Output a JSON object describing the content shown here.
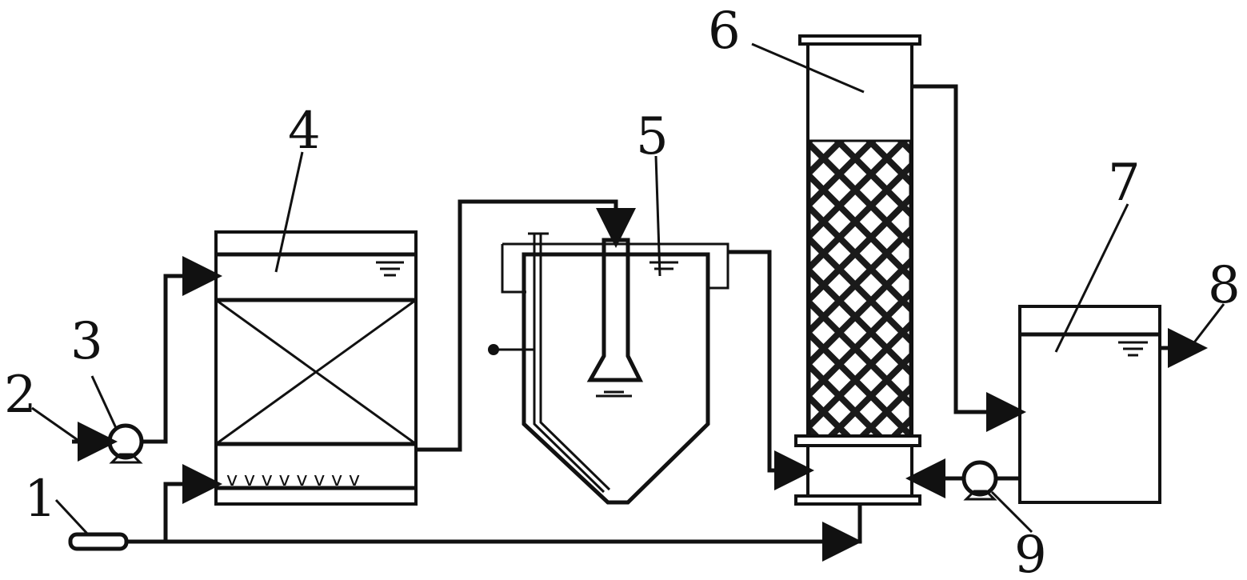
{
  "labels": {
    "l1": "1",
    "l2": "2",
    "l3": "3",
    "l4": "4",
    "l5": "5",
    "l6": "6",
    "l7": "7",
    "l8": "8",
    "l9": "9"
  },
  "colors": {
    "line": "#111111",
    "background": "#ffffff",
    "packing": "#1a1a1a"
  }
}
